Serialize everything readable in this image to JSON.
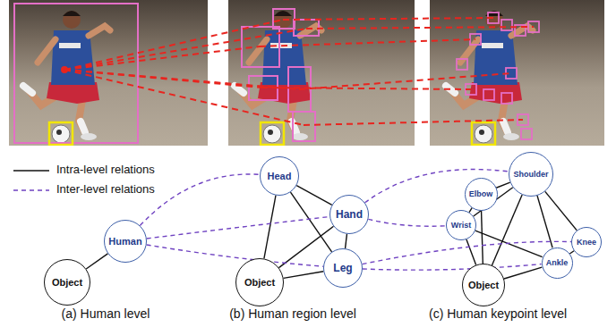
{
  "diagram": {
    "nodes": [
      {
        "text": [
          "Human"
        ]
      },
      {
        "text": [
          "Object"
        ]
      },
      {
        "text": [
          "Head"
        ]
      },
      {
        "text": [
          "Hand"
        ]
      },
      {
        "text": [
          "Leg"
        ]
      },
      {
        "text": [
          "Object"
        ]
      },
      {
        "text": [
          "Shoulder"
        ]
      },
      {
        "text": [
          "Elbow"
        ]
      },
      {
        "text": [
          "Wrist"
        ]
      },
      {
        "text": [
          "Knee"
        ]
      },
      {
        "text": [
          "Ankle"
        ]
      },
      {
        "text": [
          "Object"
        ]
      }
    ],
    "edges": [
      {
        "from": 0,
        "to": 1,
        "arrow": "none"
      },
      {
        "from": 2,
        "to": 3,
        "arrow": "none"
      },
      {
        "from": 2,
        "to": 5,
        "arrow": "none"
      },
      {
        "from": 2,
        "to": 4,
        "arrow": "none"
      },
      {
        "from": 3,
        "to": 5,
        "arrow": "none"
      },
      {
        "from": 3,
        "to": 4,
        "arrow": "none"
      },
      {
        "from": 4,
        "to": 5,
        "arrow": "none"
      },
      {
        "from": 6,
        "to": 7,
        "arrow": "none"
      },
      {
        "from": 6,
        "to": 8,
        "arrow": "none"
      },
      {
        "from": 6,
        "to": 9,
        "arrow": "none"
      },
      {
        "from": 6,
        "to": 11,
        "arrow": "none"
      },
      {
        "from": 6,
        "to": 10,
        "arrow": "none"
      },
      {
        "from": 7,
        "to": 8,
        "arrow": "none"
      },
      {
        "from": 7,
        "to": 11,
        "arrow": "none"
      },
      {
        "from": 8,
        "to": 11,
        "arrow": "none"
      },
      {
        "from": 8,
        "to": 10,
        "arrow": "none"
      },
      {
        "from": 9,
        "to": 10,
        "arrow": "none"
      },
      {
        "from": 10,
        "to": 11,
        "arrow": "none"
      },
      {
        "from": 0,
        "to": 2,
        "arrow": "none"
      },
      {
        "from": 0,
        "to": 3,
        "arrow": "none"
      },
      {
        "from": 0,
        "to": 4,
        "arrow": "none"
      },
      {
        "from": 3,
        "to": 6,
        "arrow": "none"
      },
      {
        "from": 3,
        "to": 8,
        "arrow": "none"
      },
      {
        "from": 4,
        "to": 9,
        "arrow": "none"
      },
      {
        "from": 4,
        "to": 10,
        "arrow": "none"
      }
    ],
    "labels": [
      "(a) Human level",
      "(b) Human region level",
      "(c) Human keypoint level"
    ],
    "legend": [
      {
        "text": "Intra-level relations"
      },
      {
        "text": "Inter-level relations"
      }
    ]
  }
}
